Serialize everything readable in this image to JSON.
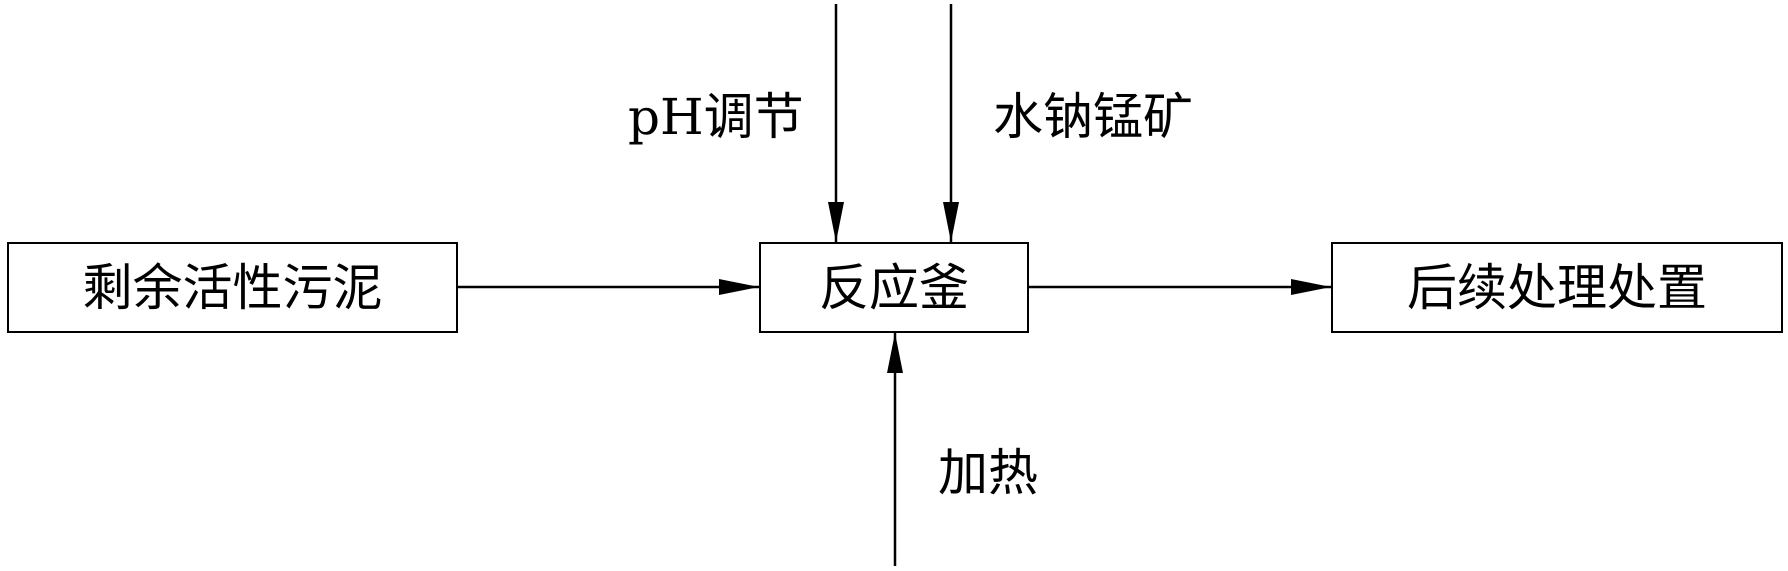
{
  "nodes": {
    "source": "剩余活性污泥",
    "reactor": "反应釜",
    "downstream": "后续处理处置"
  },
  "inputs": {
    "ph": "pH调节",
    "birnessite": "水钠锰矿",
    "heat": "加热"
  },
  "colors": {
    "line": "#000000",
    "background": "#ffffff"
  }
}
